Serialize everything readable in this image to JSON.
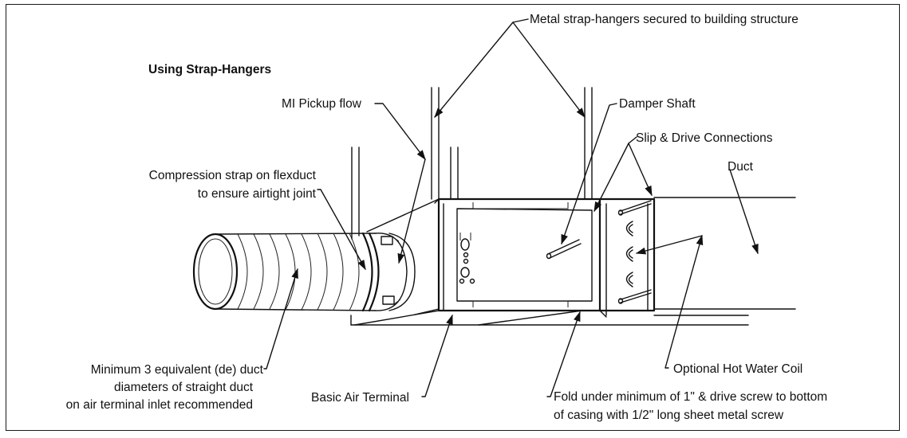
{
  "title": "Using Strap-Hangers",
  "labels": {
    "metal_strap_hangers": "Metal strap-hangers secured to building structure",
    "mi_pickup_flow": "MI Pickup flow",
    "damper_shaft": "Damper Shaft",
    "slip_drive": "Slip & Drive Connections",
    "duct": "Duct",
    "compression_strap_line1": "Compression strap on flexduct",
    "compression_strap_line2": "to ensure airtight joint",
    "min_equiv_line1": "Minimum 3 equivalent (de) duct",
    "min_equiv_line2": "diameters of straight duct",
    "min_equiv_line3": "on air terminal inlet recommended",
    "basic_air_terminal": "Basic Air Terminal",
    "fold_under_line1": "Fold under minimum of 1\" & drive screw to bottom",
    "fold_under_line2": "of casing with 1/2\" long sheet metal screw",
    "hot_water_coil": "Optional Hot Water Coil"
  }
}
